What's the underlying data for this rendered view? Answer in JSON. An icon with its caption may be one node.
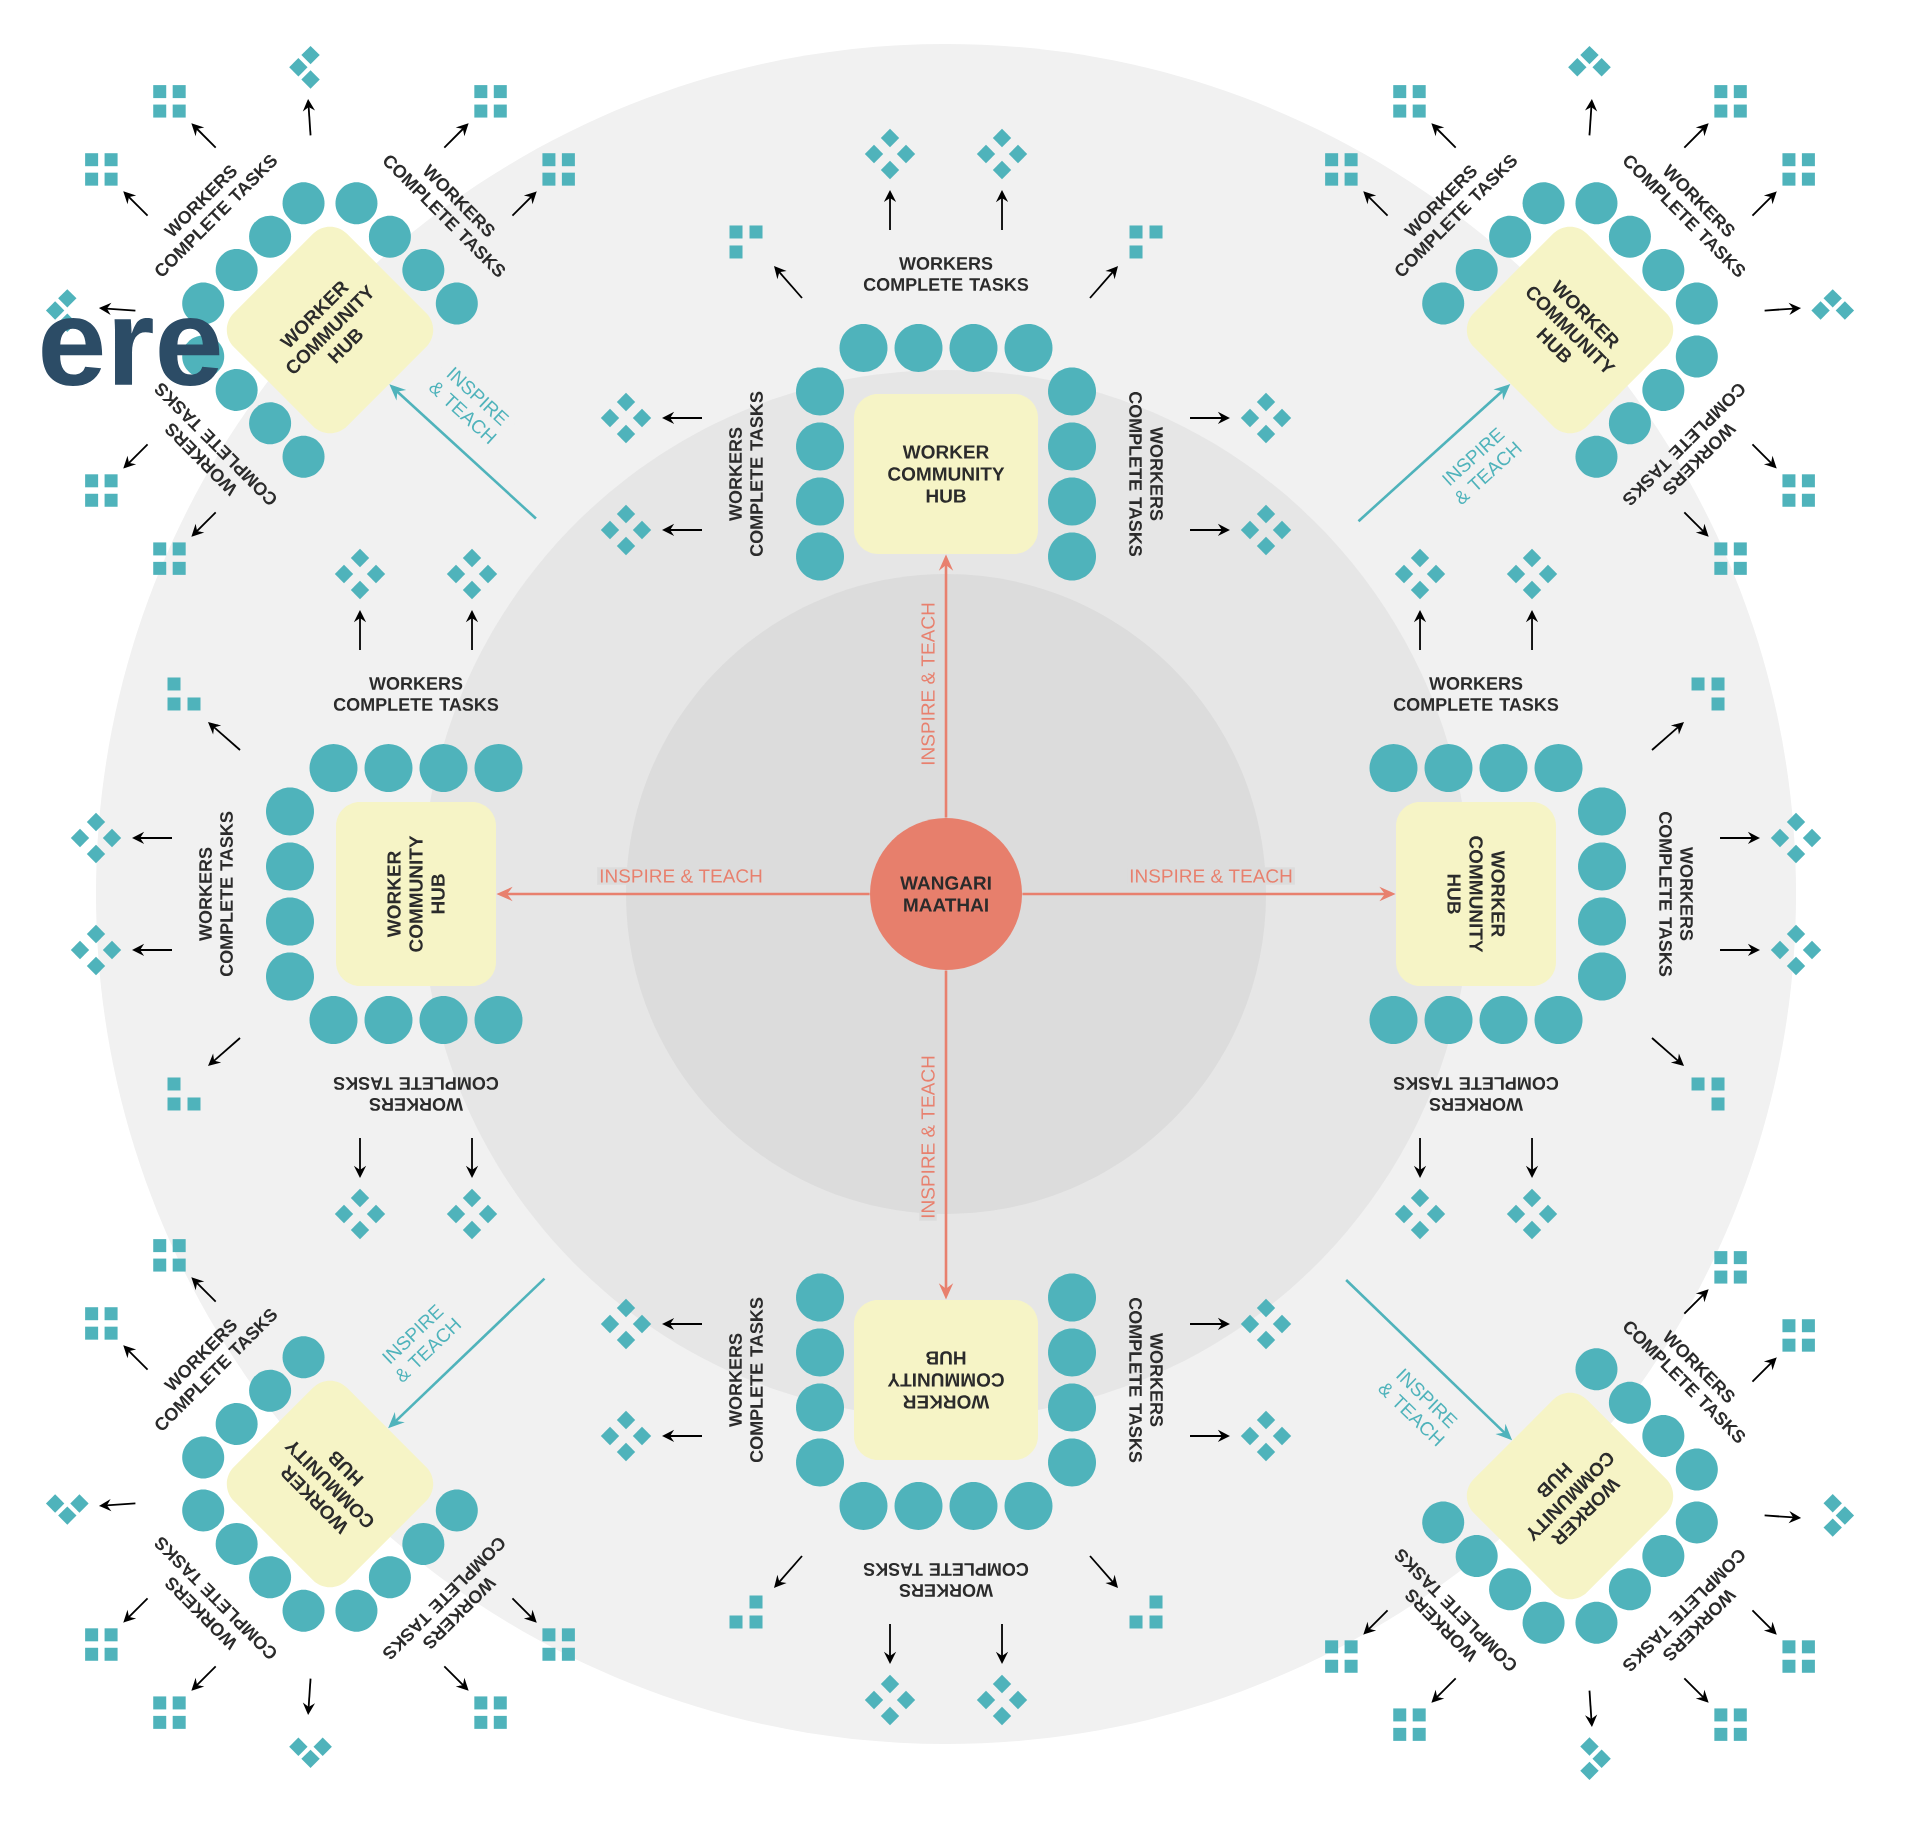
{
  "diagram": {
    "nodes": [
      {
        "text": [
          "WORKER COMMUNITY HUB"
        ]
      },
      {
        "text": [
          "WORKER COMMUNITY HUB"
        ]
      },
      {
        "text": [
          "WORKER COMMUNITY HUB"
        ]
      },
      {
        "text": [
          "WORKER COMMUNITY HUB"
        ]
      },
      {
        "text": [
          "WANGARI MAATHAI"
        ]
      },
      {
        "text": [
          "WORKER COMMUNITY HUB"
        ]
      },
      {
        "text": [
          "WORKER COMMUNITY HUB"
        ]
      },
      {
        "text": [
          "WORKER COMMUNITY HUB"
        ]
      },
      {
        "text": [
          "WORKER COMMUNITY HUB"
        ]
      }
    ],
    "edges": [
      {
        "from": 4,
        "to": 1,
        "arrow": "to",
        "label": "INSPIRE & TEACH",
        "color": "#e8806e"
      },
      {
        "from": 4,
        "to": 3,
        "arrow": "to",
        "label": "INSPIRE & TEACH",
        "color": "#e8806e"
      },
      {
        "from": 4,
        "to": 5,
        "arrow": "to",
        "label": "INSPIRE & TEACH",
        "color": "#e8806e"
      },
      {
        "from": 4,
        "to": 7,
        "arrow": "to",
        "label": "INSPIRE & TEACH",
        "color": "#e8806e"
      },
      {
        "from": null,
        "to": 0,
        "arrow": "to",
        "label": "INSPIRE & TEACH",
        "color": "#4fb3bb"
      },
      {
        "from": null,
        "to": 2,
        "arrow": "to",
        "label": "INSPIRE & TEACH",
        "color": "#4fb3bb"
      },
      {
        "from": null,
        "to": 6,
        "arrow": "to",
        "label": "INSPIRE & TEACH",
        "color": "#4fb3bb"
      },
      {
        "from": null,
        "to": 8,
        "arrow": "to",
        "label": "INSPIRE & TEACH",
        "color": "#4fb3bb"
      }
    ],
    "labels": [
      "ere",
      "WORKERS COMPLETE TASKS",
      "WORKERS COMPLETE TASKS",
      "WORKERS COMPLETE TASKS",
      "WORKERS COMPLETE TASKS",
      "WORKERS COMPLETE TASKS",
      "WORKERS COMPLETE TASKS",
      "WORKERS COMPLETE TASKS",
      "WORKERS COMPLETE TASKS",
      "WORKERS COMPLETE TASKS",
      "WORKERS COMPLETE TASKS",
      "WORKERS COMPLETE TASKS",
      "WORKERS COMPLETE TASKS",
      "WORKERS COMPLETE TASKS",
      "WORKERS COMPLETE TASKS",
      "WORKERS COMPLETE TASKS",
      "WORKERS COMPLETE TASKS",
      "WORKERS COMPLETE TASKS",
      "WORKERS COMPLETE TASKS",
      "WORKERS COMPLETE TASKS",
      "WORKERS COMPLETE TASKS",
      "WORKERS COMPLETE TASKS",
      "WORKERS COMPLETE TASKS",
      "WORKERS COMPLETE TASKS",
      "WORKERS COMPLETE TASKS"
    ]
  }
}
